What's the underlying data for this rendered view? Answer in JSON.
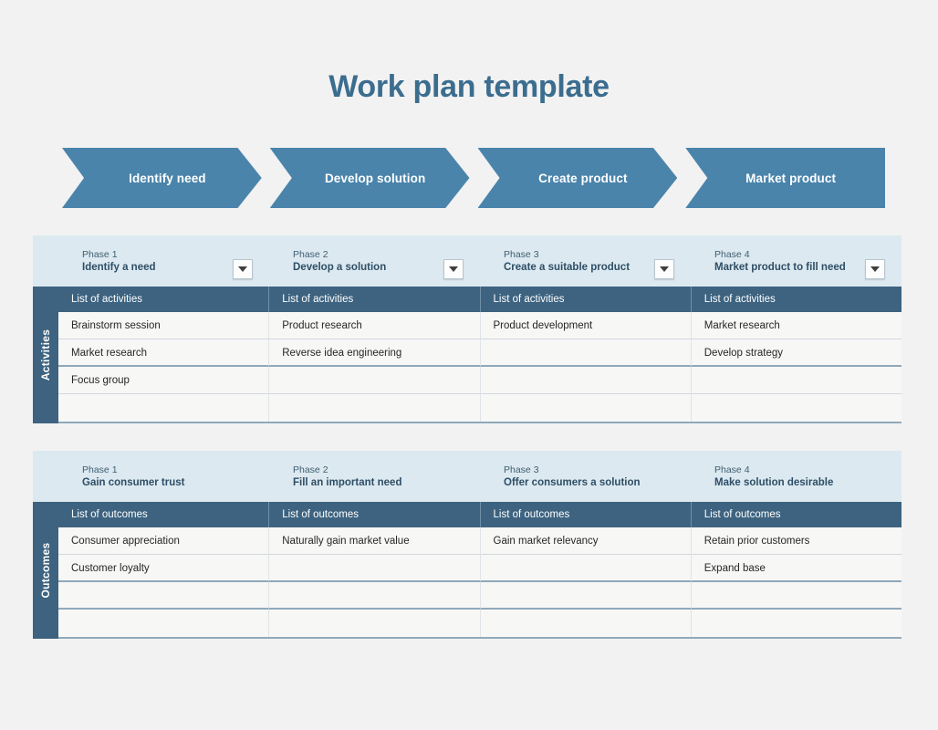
{
  "page": {
    "title": "Work plan template",
    "background": "#f2f2f2",
    "accent_blue": "#4a84ab",
    "header_blue": "#3d6380",
    "band_blue": "#dce9f0"
  },
  "process_flow": {
    "steps": [
      {
        "label": "Identify need"
      },
      {
        "label": "Develop solution"
      },
      {
        "label": "Create product"
      },
      {
        "label": "Market product"
      }
    ]
  },
  "activities_table": {
    "rail_label": "Activities",
    "phases": [
      {
        "number": "Phase 1",
        "name": "Identify a need",
        "filter_icon": "chevron-down-icon"
      },
      {
        "number": "Phase 2",
        "name": "Develop a solution",
        "filter_icon": "chevron-down-icon"
      },
      {
        "number": "Phase 3",
        "name": "Create a suitable product",
        "filter_icon": "chevron-down-icon"
      },
      {
        "number": "Phase 4",
        "name": "Market product to fill need",
        "filter_icon": "chevron-down-icon"
      }
    ],
    "headers": [
      "List of activities",
      "List of activities",
      "List of activities",
      "List of activities"
    ],
    "rows": [
      [
        "Brainstorm session",
        "Product research",
        "Product development",
        "Market research"
      ],
      [
        "Market research",
        "Reverse idea engineering",
        "",
        "Develop strategy"
      ],
      [
        "Focus group",
        "",
        "",
        ""
      ],
      [
        "",
        "",
        "",
        ""
      ]
    ]
  },
  "outcomes_table": {
    "rail_label": "Outcomes",
    "phases": [
      {
        "number": "Phase 1",
        "name": "Gain consumer trust"
      },
      {
        "number": "Phase 2",
        "name": "Fill an important need"
      },
      {
        "number": "Phase 3",
        "name": "Offer consumers a solution"
      },
      {
        "number": "Phase 4",
        "name": "Make solution desirable"
      }
    ],
    "headers": [
      "List of outcomes",
      "List of outcomes",
      "List of outcomes",
      "List of outcomes"
    ],
    "rows": [
      [
        "Consumer appreciation",
        "Naturally gain market value",
        "Gain market relevancy",
        "Retain prior customers"
      ],
      [
        "Customer loyalty",
        "",
        "",
        "Expand base"
      ],
      [
        "",
        "",
        "",
        ""
      ],
      [
        "",
        "",
        "",
        ""
      ]
    ]
  }
}
